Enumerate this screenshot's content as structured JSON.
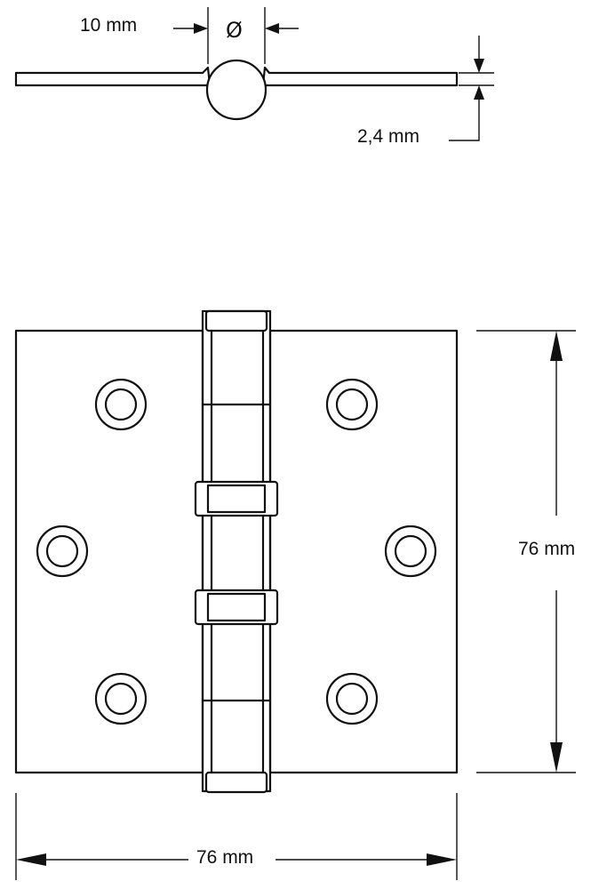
{
  "top_view": {
    "leaf_width_label": "10 mm",
    "diameter_symbol": "Ø",
    "thickness_label": "2,4 mm"
  },
  "front_view": {
    "height_label": "76 mm",
    "width_label": "76 mm"
  }
}
